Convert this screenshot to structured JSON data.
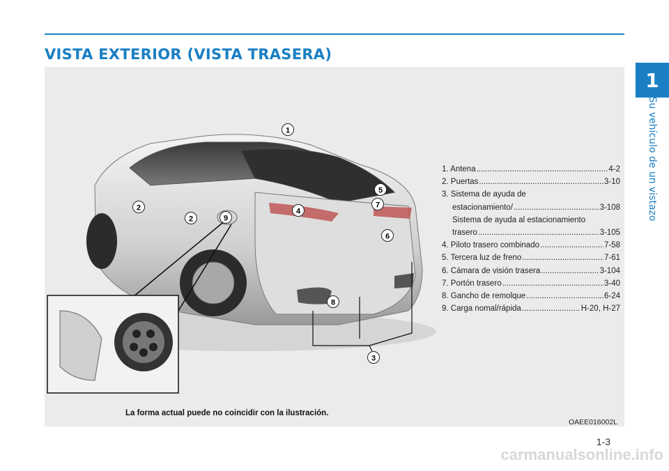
{
  "page": {
    "title": "VISTA EXTERIOR (VISTA TRASERA)",
    "chapter_number": "1",
    "chapter_label": "Su vehículo de un vistazo",
    "page_number": "1-3",
    "figure_code": "OAEE016002L",
    "caption": "La forma actual puede no coincidir con la ilustración.",
    "watermark": "carmanualsonline.info",
    "accent_color": "#1a7fc4"
  },
  "callouts": [
    "1",
    "2",
    "2",
    "3",
    "4",
    "5",
    "6",
    "7",
    "8",
    "9"
  ],
  "parts": [
    {
      "label": "1. Antena ",
      "page": "4-2"
    },
    {
      "label": "2. Puertas ",
      "page": "3-10"
    },
    {
      "label": "3. Sistema de ayuda de",
      "page": ""
    },
    {
      "label": "estacionamiento/ ",
      "page": "3-108",
      "indent": true
    },
    {
      "label": "Sistema de ayuda al estacionamiento",
      "page": "",
      "indent": true
    },
    {
      "label": "trasero ",
      "page": "3-105",
      "indent": true
    },
    {
      "label": "4. Piloto trasero combinado",
      "page": "7-58"
    },
    {
      "label": "5. Tercera luz de freno",
      "page": "7-61"
    },
    {
      "label": "6. Cámara de visión trasera ",
      "page": "3-104"
    },
    {
      "label": "7. Portón trasero",
      "page": "3-40"
    },
    {
      "label": "8. Gancho de remolque ",
      "page": "6-24"
    },
    {
      "label": "9. Carga nomal/rápida ",
      "page": "H-20, H-27"
    }
  ]
}
